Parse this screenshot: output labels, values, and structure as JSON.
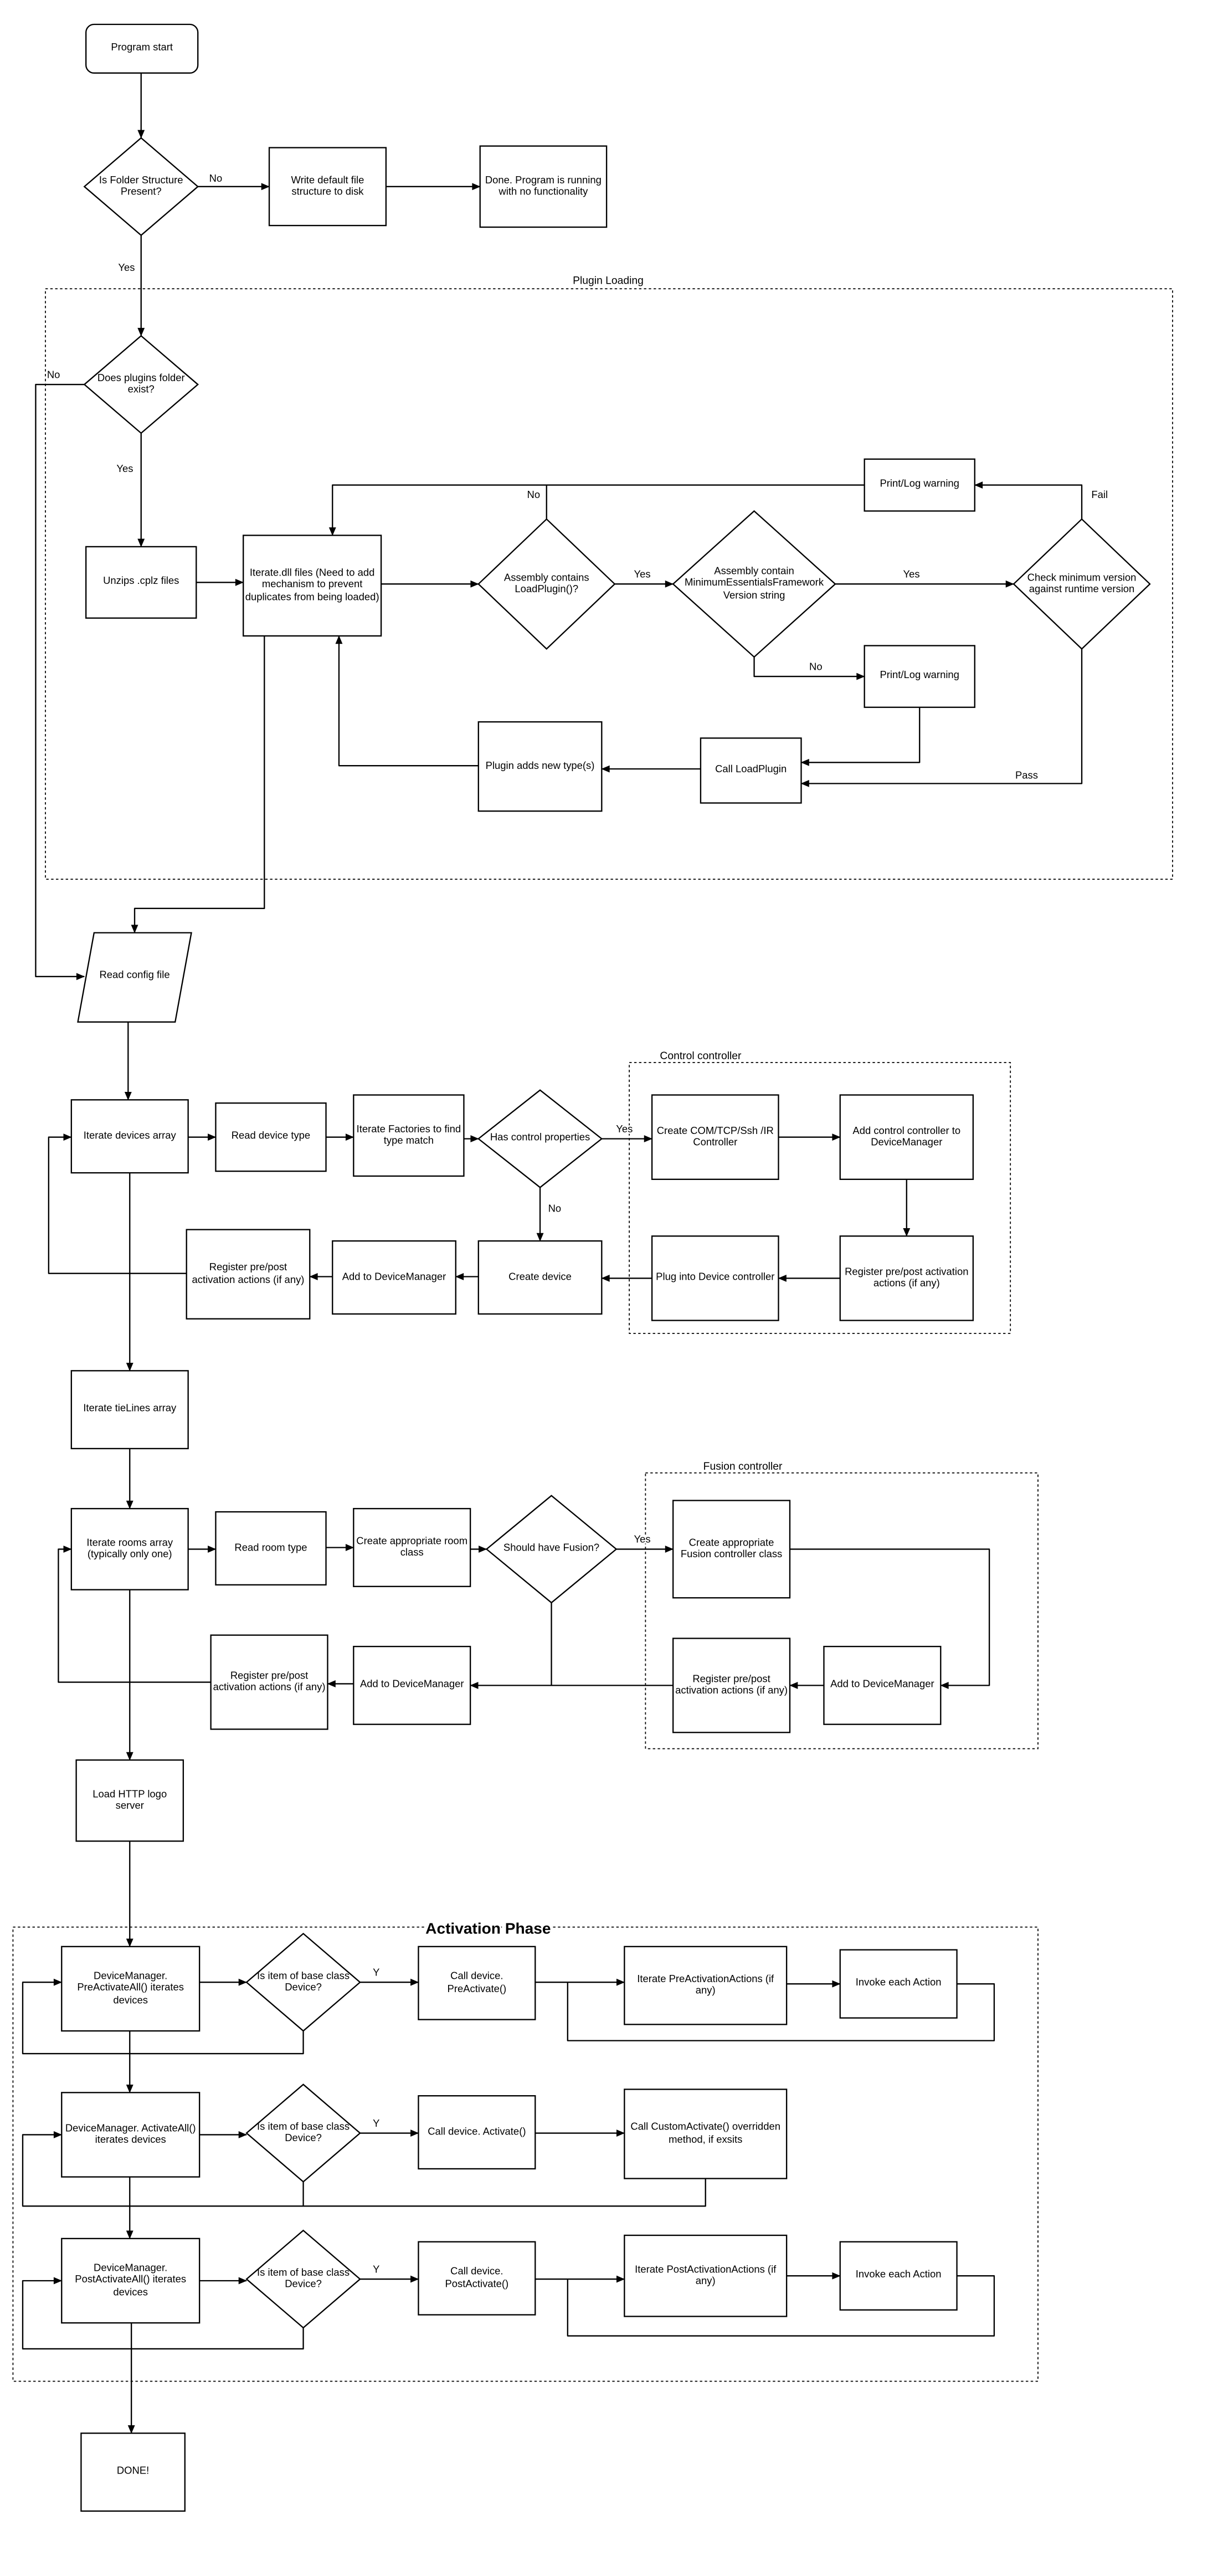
{
  "diagram": {
    "colors": {
      "line": "#000000",
      "node_fill": "#ffffff",
      "background": "#ffffff"
    },
    "section_labels": {
      "plugin_loading": "Plugin Loading",
      "control_controller": "Control controller",
      "fusion_controller": "Fusion controller",
      "activation_phase": "Activation Phase"
    },
    "nodes": {
      "program_start": "Program start",
      "is_folder_structure": "Is Folder Structure Present?",
      "write_default_structure": "Write default file structure to disk",
      "done_no_functionality": "Done.  Program is running with no functionality",
      "does_plugins_folder_exist": "Does plugins folder exist?",
      "unzip_cplz": "Unzips .cplz files",
      "iterate_dll": "Iterate.dll files (Need to add mechanism to prevent duplicates from being loaded)",
      "assembly_contains_loadplugin": "Assembly contains LoadPlugin()?",
      "assembly_contains_version": "Assembly contain MinimumEssentialsFrameworkVersion string",
      "check_min_version": "Check minimum version against runtime version",
      "print_log_warning_fail": "Print/Log warning",
      "print_log_warning_no": "Print/Log warning",
      "call_loadplugin": "Call LoadPlugin",
      "plugin_adds_types": "Plugin adds new type(s)",
      "read_config_file": "Read config file",
      "iterate_devices_array": "Iterate devices array",
      "read_device_type": "Read device type",
      "iterate_factories": "Iterate Factories to find type match",
      "has_control_properties": "Has control properties",
      "create_controller": "Create COM/TCP/Ssh /IR Controller",
      "add_control_controller": "Add control controller to DeviceManager",
      "register_activation_control": "Register pre/post activation actions (if any)",
      "plug_into_device_controller": "Plug into Device controller",
      "create_device": "Create device",
      "add_to_devicemanager_device": "Add to DeviceManager",
      "register_activation_device": "Register pre/post activation actions (if any)",
      "iterate_tielines": "Iterate tieLines array",
      "iterate_rooms": "Iterate rooms array (typically only one)",
      "read_room_type": "Read room type",
      "create_room_class": "Create appropriate room class",
      "should_have_fusion": "Should have Fusion?",
      "create_fusion_controller": "Create appropriate Fusion controller class",
      "register_activation_fusion": "Register pre/post activation actions (if any)",
      "add_to_devicemanager_fusion": "Add to DeviceManager",
      "add_to_devicemanager_room": "Add to DeviceManager",
      "register_activation_room": "Register pre/post activation actions (if any)",
      "load_http_logo_server": "Load HTTP logo server",
      "dm_preactivateall": "DeviceManager. PreActivateAll() iterates devices",
      "is_base_device_1": "Is item of base class Device?",
      "call_preactivate": "Call device. PreActivate()",
      "iterate_preactivation": "Iterate PreActivationActions (if any)",
      "invoke_each_action_1": "Invoke each Action",
      "dm_activateall": "DeviceManager. ActivateAll() iterates devices",
      "is_base_device_2": "Is item of base class Device?",
      "call_activate": "Call device. Activate()",
      "call_customactivate": "Call CustomActivate() overridden method, if exsits",
      "dm_postactivateall": "DeviceManager. PostActivateAll() iterates devices",
      "is_base_device_3": "Is item of base class Device?",
      "call_postactivate": "Call device. PostActivate()",
      "iterate_postactivation": "Iterate PostActivationActions (if any)",
      "invoke_each_action_2": "Invoke each Action",
      "done": "DONE!"
    },
    "edge_labels": {
      "no_folder": "No",
      "yes_folder": "Yes",
      "no_plugins": "No",
      "yes_plugins": "Yes",
      "no_loadplugin": "No",
      "yes_loadplugin": "Yes",
      "yes_version": "Yes",
      "no_version": "No",
      "fail": "Fail",
      "pass": "Pass",
      "yes_control": "Yes",
      "no_control": "No",
      "yes_fusion": "Yes",
      "y1": "Y",
      "y2": "Y",
      "y3": "Y"
    }
  }
}
